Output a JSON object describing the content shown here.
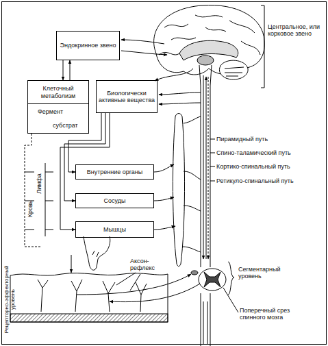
{
  "diagram": {
    "nodes": [
      {
        "text": [
          "Эндокринное звено"
        ]
      },
      {
        "text": [
          "Клеточный метаболизм",
          "Фермент",
          "субстрат"
        ]
      },
      {
        "text": [
          "Биологически активные вещества"
        ]
      },
      {
        "text": [
          "Внутренние органы"
        ]
      },
      {
        "text": [
          "Сосуды"
        ]
      },
      {
        "text": [
          "Мышцы"
        ]
      }
    ],
    "edges": [
      {
        "from": 0,
        "to": 1,
        "arrow": "to"
      },
      {
        "from": 1,
        "to": 0,
        "arrow": "to"
      },
      {
        "from": 2,
        "to": 3,
        "arrow": "to"
      },
      {
        "from": 2,
        "to": 4,
        "arrow": "to"
      },
      {
        "from": 2,
        "to": 5,
        "arrow": "to"
      }
    ],
    "labels": [
      "Центральное, или корковое звено",
      "Пирамидный путь",
      "Спино-таламический путь",
      "Кортико-спинальный путь",
      "Ретикуло-спинальный путь",
      "Аксон-рефлекс",
      "Сегментарный уровень",
      "Поперечный срез спинного мозга",
      "Рецепторно-эффекторный уровень",
      "Кровь",
      "Лимфа"
    ]
  }
}
